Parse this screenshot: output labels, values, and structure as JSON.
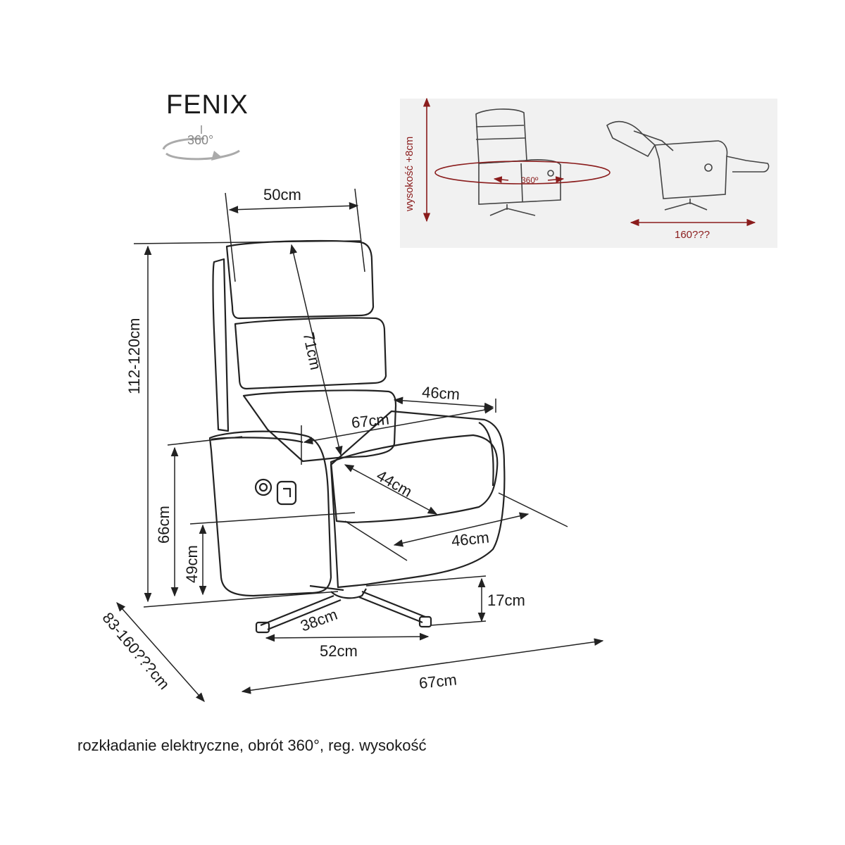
{
  "title": "FENIX",
  "rotation_icon_label": "360°",
  "dimensions": {
    "backrest_width": "50cm",
    "total_height": "112-120cm",
    "backrest_height": "71cm",
    "armrest_depth": "46cm",
    "inner_width": "67cm",
    "seat_depth": "44cm",
    "seat_width": "46cm",
    "armrest_height": "66cm",
    "seat_height": "49cm",
    "base_height": "17cm",
    "leg_length": "38cm",
    "base_width": "52cm",
    "total_width": "67cm",
    "total_depth": "83-160???cm"
  },
  "inset": {
    "height_adjust": "wysokość +8cm",
    "rotation": "360º",
    "reclined_length": "160???"
  },
  "caption": "rozkładanie elektryczne, obrót 360°, reg. wysokość"
}
